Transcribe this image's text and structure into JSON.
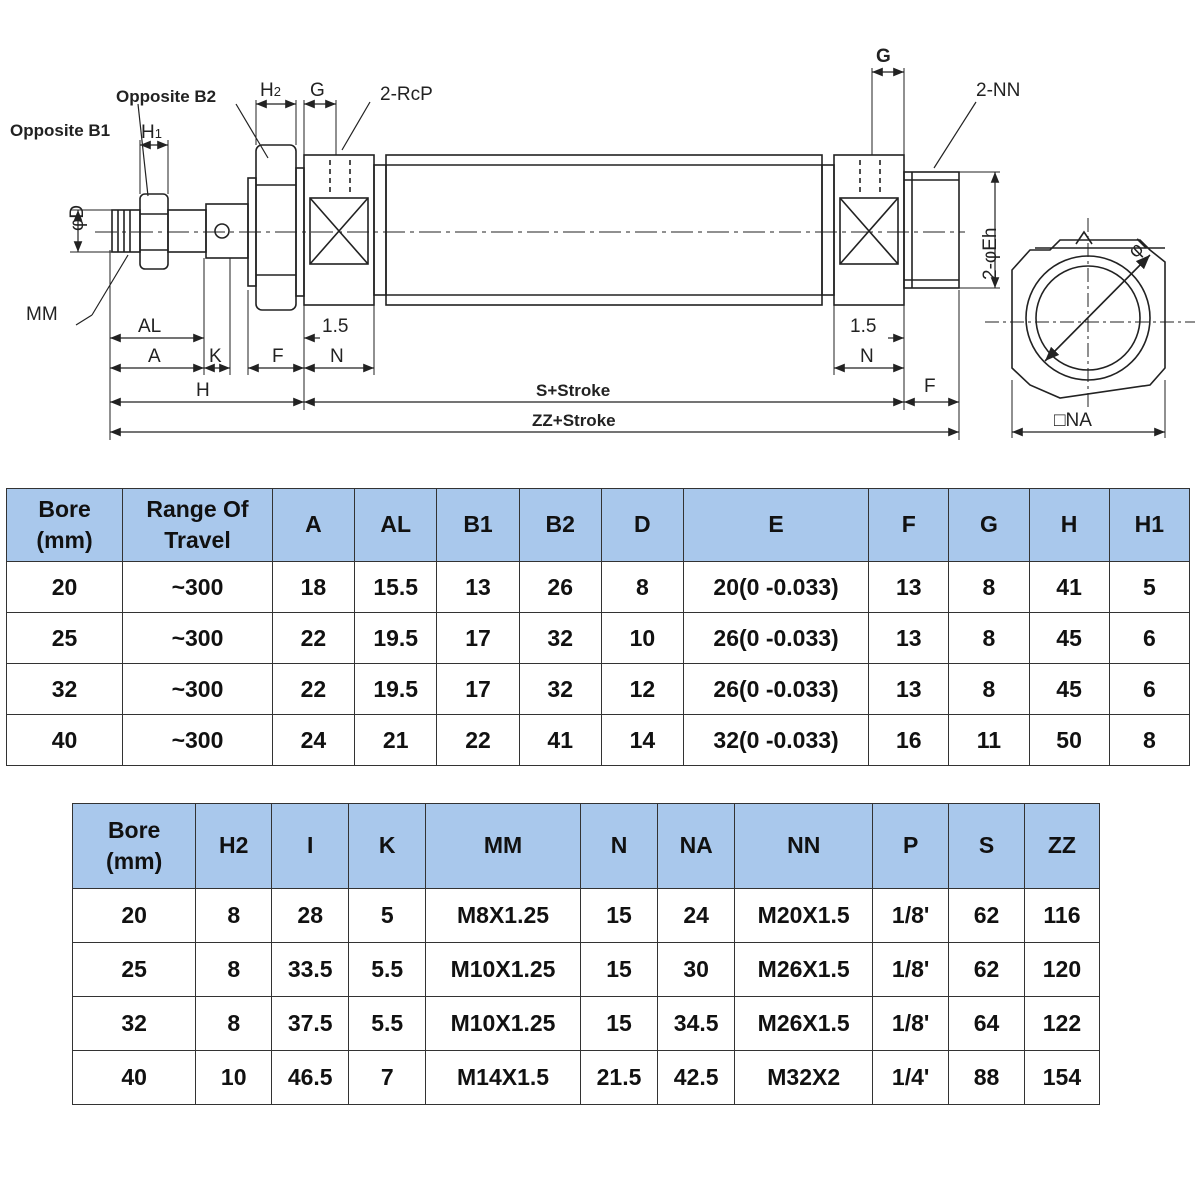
{
  "drawing": {
    "labels": {
      "opposite_b2": "Opposite B2",
      "opposite_b1": "Opposite B1",
      "h1": "H1",
      "h2": "H2",
      "g_left": "G",
      "rcp": "2-RcP",
      "g_right": "G",
      "nn": "2-NN",
      "phi_d": "φD",
      "mm": "MM",
      "al": "AL",
      "a": "A",
      "k": "K",
      "dim_1_5_left": "1.5",
      "f_left": "F",
      "n_left": "N",
      "h": "H",
      "s_stroke": "S+Stroke",
      "zz_stroke": "ZZ+Stroke",
      "dim_1_5_right": "1.5",
      "n_right": "N",
      "f_right": "F",
      "phi_eh": "2-φEh",
      "phi_i": "φI",
      "na": "□NA"
    }
  },
  "colors": {
    "header_bg": "#a9c8ec",
    "line": "#222222",
    "border": "#333333"
  },
  "table1": {
    "headers": [
      "Bore\n(mm)",
      "Range Of\nTravel",
      "A",
      "AL",
      "B1",
      "B2",
      "D",
      "E",
      "F",
      "G",
      "H",
      "H1"
    ],
    "rows": [
      [
        "20",
        "~300",
        "18",
        "15.5",
        "13",
        "26",
        "8",
        "20(0 -0.033)",
        "13",
        "8",
        "41",
        "5"
      ],
      [
        "25",
        "~300",
        "22",
        "19.5",
        "17",
        "32",
        "10",
        "26(0 -0.033)",
        "13",
        "8",
        "45",
        "6"
      ],
      [
        "32",
        "~300",
        "22",
        "19.5",
        "17",
        "32",
        "12",
        "26(0 -0.033)",
        "13",
        "8",
        "45",
        "6"
      ],
      [
        "40",
        "~300",
        "24",
        "21",
        "22",
        "41",
        "14",
        "32(0 -0.033)",
        "16",
        "11",
        "50",
        "8"
      ]
    ]
  },
  "table2": {
    "headers": [
      "Bore\n(mm)",
      "H2",
      "I",
      "K",
      "MM",
      "N",
      "NA",
      "NN",
      "P",
      "S",
      "ZZ"
    ],
    "rows": [
      [
        "20",
        "8",
        "28",
        "5",
        "M8X1.25",
        "15",
        "24",
        "M20X1.5",
        "1/8'",
        "62",
        "116"
      ],
      [
        "25",
        "8",
        "33.5",
        "5.5",
        "M10X1.25",
        "15",
        "30",
        "M26X1.5",
        "1/8'",
        "62",
        "120"
      ],
      [
        "32",
        "8",
        "37.5",
        "5.5",
        "M10X1.25",
        "15",
        "34.5",
        "M26X1.5",
        "1/8'",
        "64",
        "122"
      ],
      [
        "40",
        "10",
        "46.5",
        "7",
        "M14X1.5",
        "21.5",
        "42.5",
        "M32X2",
        "1/4'",
        "88",
        "154"
      ]
    ]
  }
}
